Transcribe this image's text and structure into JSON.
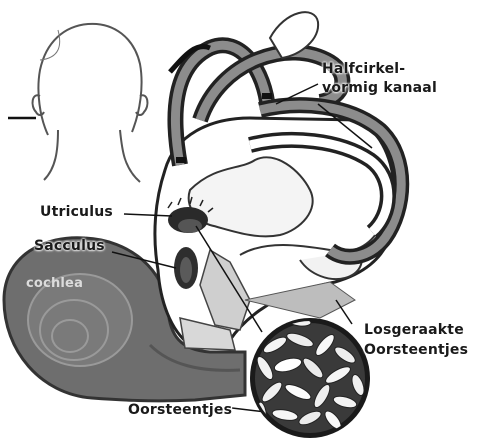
{
  "labels": {
    "canal_line1": "Halfcirkel-",
    "canal_line2": "vormig kanaal",
    "utriculus": "Utriculus",
    "sacculus": "Sacculus",
    "cochlea": "cochlea",
    "loose_line1": "Losgeraakte",
    "loose_line2": "Oorsteentjes",
    "otoliths": "Oorsteentjes"
  }
}
